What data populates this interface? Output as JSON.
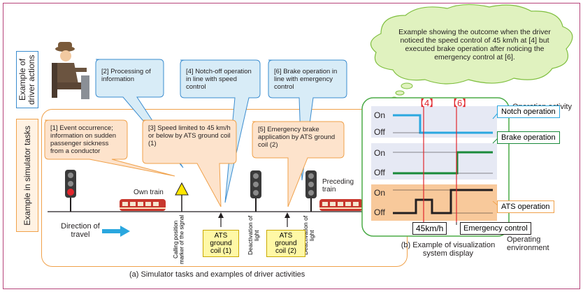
{
  "driver_actions_label": "Example of driver actions",
  "simulator_tasks_label": "Example in simulator tasks",
  "callouts": {
    "c2": "[2] Processing of information",
    "c4": "[4] Notch-off operation in line with speed control",
    "c6": "[6] Brake operation in line with emergency control",
    "c1": "[1] Event occurrence; information on sudden passenger sickness from a conductor",
    "c3": "[3] Speed limited to 45 km/h or below by ATS ground coil (1)",
    "c5": "[5] Emergency brake application by ATS ground coil (2)"
  },
  "cloud_note": "Example showing the outcome when the driver noticed the speed control of 45 km/h at [4] but executed brake operation after noticing the emergency control at [6].",
  "track": {
    "own_train": "Own train",
    "preceding_train": "Preceding train",
    "direction": "Direction of travel",
    "calling_marker": "Calling position marker of the signal",
    "deactivation_1": "Deactivation of light",
    "deactivation_2": "Deactivation of light",
    "ats_coil_1": "ATS ground coil (1)",
    "ats_coil_2": "ATS ground coil (2)"
  },
  "captions": {
    "a": "(a) Simulator tasks and examples of driver activities",
    "b": "(b) Example of visualization system display",
    "operating_env": "Operating environment",
    "activity_index": "Operation activity index"
  },
  "display": {
    "marker_4": "【4】",
    "marker_6": "【6】",
    "on1": "On",
    "off1": "Off",
    "on2": "On",
    "off2": "Off",
    "on3": "On",
    "off3": "Off",
    "notch": "Notch operation",
    "brake": "Brake operation",
    "ats": "ATS operation",
    "speed_box": "45km/h",
    "emergency_box": "Emergency control"
  },
  "colors": {
    "notch": "#2aa7df",
    "brake": "#1a8a3a",
    "ats": "#231f20",
    "marker": "#e1262c",
    "panel_bg": "#e6e9f4",
    "ats_bg": "#f8c99b"
  }
}
